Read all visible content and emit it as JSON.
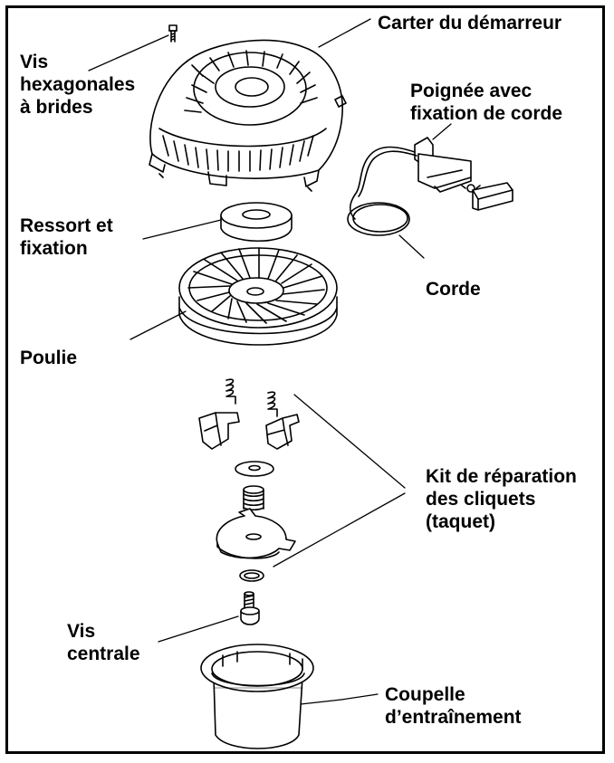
{
  "labels": {
    "carter": [
      "Carter du démarreur"
    ],
    "vis_hex": [
      "Vis",
      "hexagonales",
      "à brides"
    ],
    "poignee": [
      "Poignée avec",
      "fixation de corde"
    ],
    "ressort": [
      "Ressort et",
      "fixation"
    ],
    "corde": [
      "Corde"
    ],
    "poulie": [
      "Poulie"
    ],
    "kit": [
      "Kit de réparation",
      "des cliquets",
      "(taquet)"
    ],
    "vis_centrale": [
      "Vis",
      "centrale"
    ],
    "coupelle": [
      "Coupelle",
      "d’entraînement"
    ]
  },
  "colors": {
    "ink": "#000000",
    "paper": "#ffffff",
    "shade": "#d8d8d8"
  }
}
